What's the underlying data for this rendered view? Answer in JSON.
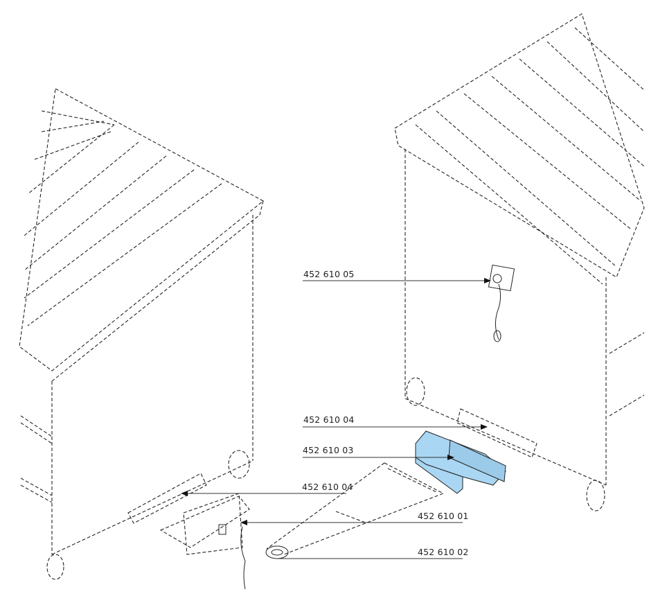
{
  "labels": {
    "part_05": "452 610 05",
    "part_04_upper": "452 610 04",
    "part_03": "452 610 03",
    "part_04_lower": "452 610 04",
    "part_01": "452 610 01",
    "part_02": "452 610 02"
  },
  "colors": {
    "highlight": "#a9d6f2",
    "line": "#222222"
  }
}
